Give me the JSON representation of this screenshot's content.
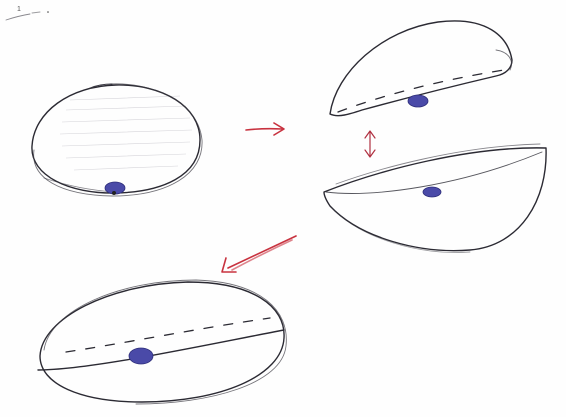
{
  "corner_mark": "1",
  "colors": {
    "paper": "#fefefe",
    "ink": "#2b2a33",
    "dot": "#4a4aa8",
    "arrow": "#c8323f"
  },
  "figures": [
    {
      "name": "whole-ellipsoid",
      "description_icon": "ellipsoid-with-dot-icon"
    },
    {
      "name": "upper-half-shell",
      "description_icon": "half-shell-icon"
    },
    {
      "name": "lower-half-shell",
      "description_icon": "half-shell-icon"
    },
    {
      "name": "joined-ellipsoid",
      "description_icon": "ellipsoid-with-seam-icon"
    }
  ],
  "arrows": [
    {
      "name": "right-arrow-icon"
    },
    {
      "name": "double-vertical-arrow-icon"
    },
    {
      "name": "down-left-arrow-icon"
    }
  ]
}
